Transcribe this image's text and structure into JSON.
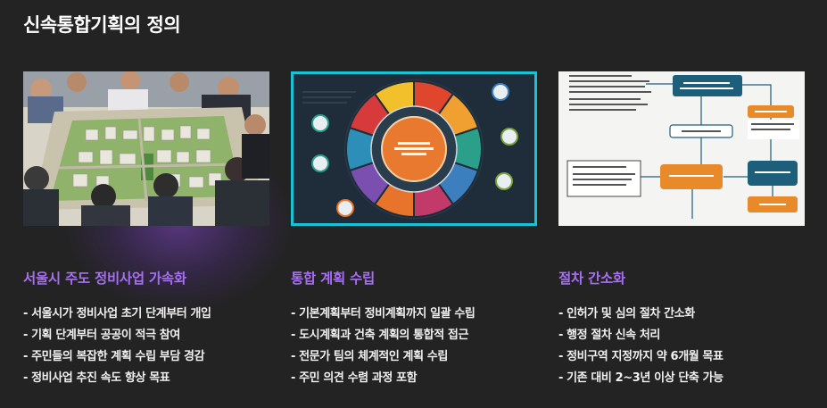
{
  "page": {
    "title": "신속통합기획의 정의"
  },
  "cards": [
    {
      "title": "서울시 주도 정비사업 가속화",
      "bullets": [
        "서울시가 정비사업 초기 단계부터 개입",
        "기획 단계부터 공공이 적극 참여",
        "주민들의 복잡한 계획 수립 부담 경감",
        "정비사업 추진 속도 향상 목표"
      ]
    },
    {
      "title": "통합 계획 수립",
      "bullets": [
        "기본계획부터 정비계획까지 일괄 수립",
        "도시계획과 건축 계획의 통합적 접근",
        "전문가 팀의 체계적인 계획 수립",
        "주민 의견 수렴 과정 포함"
      ]
    },
    {
      "title": "절차 간소화",
      "bullets": [
        "인허가 및 심의 절차 간소화",
        "행정 절차 신속 처리",
        "정비구역 지정까지 약 6개월 목표",
        "기존 대비 2~3년 이상 단축 가능"
      ]
    }
  ],
  "colors": {
    "background": "#232323",
    "accent": "#a66ff0",
    "frame": "#19c3d6"
  }
}
